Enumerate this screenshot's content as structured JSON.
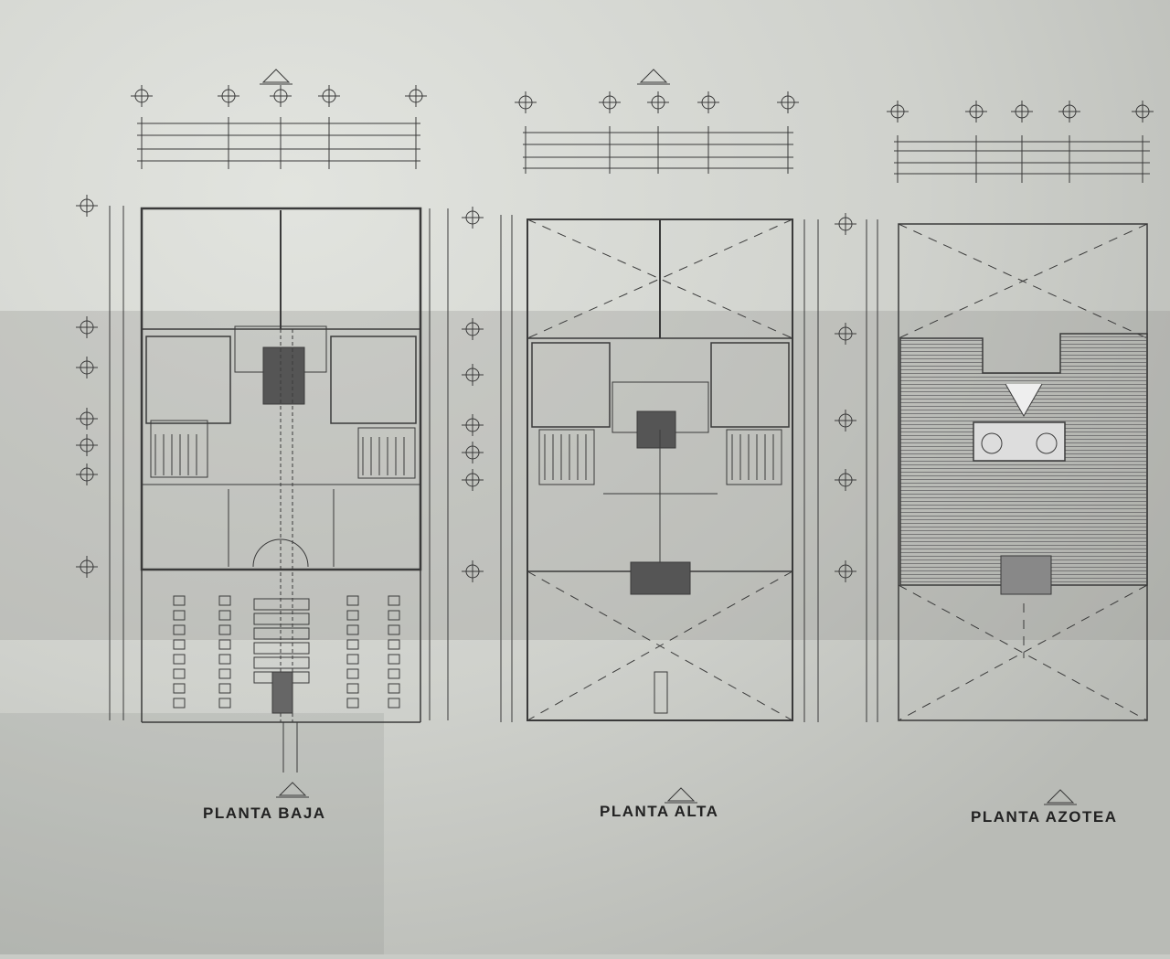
{
  "sheet": {
    "paper_color": "#d6d8d3",
    "line_color": "#3a3a3a",
    "shadow_color": "#8e908c"
  },
  "plans": [
    {
      "id": "planta-baja",
      "title": "PLANTA BAJA"
    },
    {
      "id": "planta-alta",
      "title": "PLANTA ALTA"
    },
    {
      "id": "planta-azotea",
      "title": "PLANTA AZOTEA"
    }
  ]
}
